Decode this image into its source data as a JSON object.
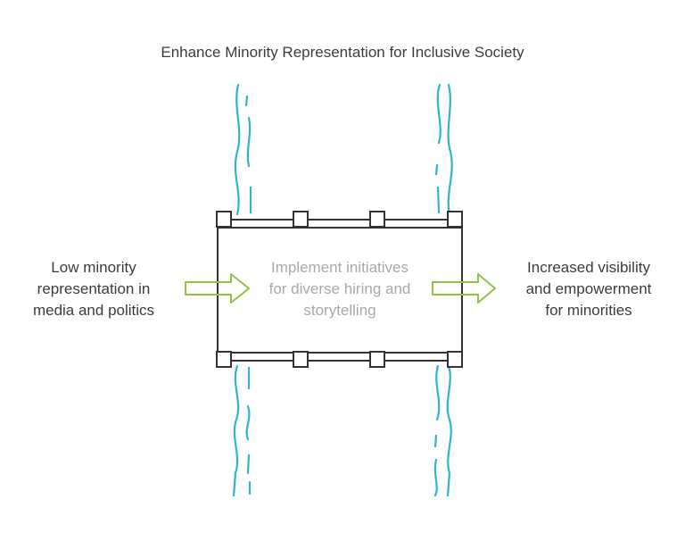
{
  "title": "Enhance Minority Representation for Inclusive Society",
  "input": {
    "lines": [
      "Low minority",
      "representation in",
      "media and politics"
    ]
  },
  "process": {
    "lines": [
      "Implement initiatives",
      "for diverse hiring and",
      "storytelling"
    ]
  },
  "output": {
    "lines": [
      "Increased visibility",
      "and empowerment",
      "for minorities"
    ]
  },
  "colors": {
    "river": "#2fb2d8",
    "arrow": "#8cc63f",
    "bridge": "#333333",
    "text": "#3c3c3c",
    "muted_text": "#a9a9a9"
  },
  "icons": {
    "left_arrow": "arrow-right-icon",
    "right_arrow": "arrow-right-icon"
  }
}
